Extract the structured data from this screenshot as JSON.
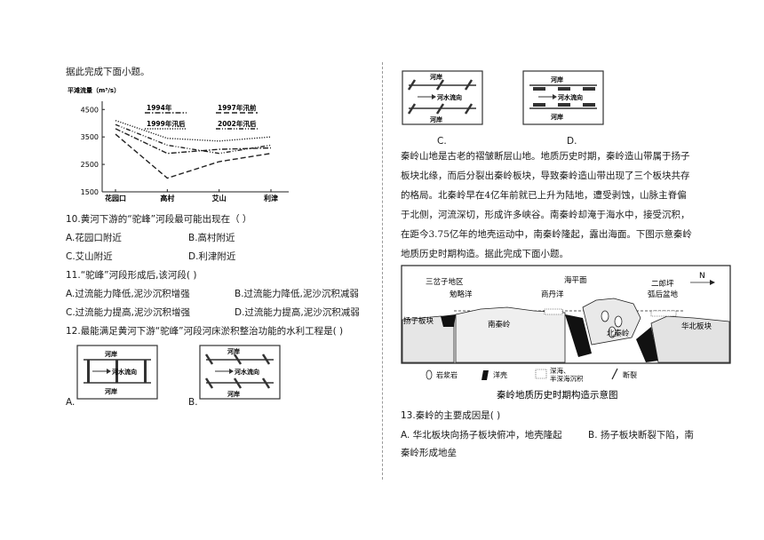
{
  "left": {
    "intro": "据此完成下面小题。",
    "chart_data": {
      "type": "line",
      "ylabel": "平滩流量（m³/s）",
      "categories": [
        "花园口",
        "高村",
        "艾山",
        "利津"
      ],
      "yticks": [
        1500,
        2500,
        3500,
        4500
      ],
      "ylim": [
        1500,
        4800
      ],
      "grid": false,
      "legend_position": "top-center",
      "series": [
        {
          "name": "1994年",
          "style": "dash-dot",
          "values": [
            3800,
            2900,
            3050,
            3100
          ]
        },
        {
          "name": "1997年汛前",
          "style": "long-dash",
          "values": [
            3600,
            2000,
            2600,
            2900
          ]
        },
        {
          "name": "1999年汛后",
          "style": "dotted",
          "values": [
            4100,
            3450,
            3350,
            3500
          ]
        },
        {
          "name": "2002年汛后",
          "style": "dash-dot-dot",
          "values": [
            3950,
            3200,
            2900,
            3200
          ]
        }
      ]
    },
    "q10": {
      "stem": "10.黄河下游的“驼峰”河段最可能出现在（ ）",
      "a": "A.花园口附近",
      "b": "B.高村附近",
      "c": "C.艾山附近",
      "d": "D.利津附近"
    },
    "q11": {
      "stem": "11.“驼峰”河段形成后,该河段( )",
      "a": "A.过流能力降低,泥沙沉积增强",
      "b": "B.过流能力降低,泥沙沉积减弱",
      "c": "C.过流能力提高,泥沙沉积增强",
      "d": "D.过流能力提高,泥沙沉积减弱"
    },
    "q12": {
      "stem": "12.最能满足黄河下游“驼峰”河段河床淤积整治功能的水利工程是( )",
      "a": "A.",
      "b": "B."
    },
    "diagram": {
      "bank_top": "河岸",
      "bank_bottom": "河岸",
      "flow": "河水流向"
    }
  },
  "right": {
    "c_label": "C.",
    "d_label": "D.",
    "paragraph": [
      "秦岭山地是古老的褶皱断层山地。地质历史时期，秦岭造山带属于扬子",
      "板块北缘，而后分裂出秦岭板块，导致秦岭造山带出现了三个板块共存",
      "的格局。北秦岭早在4亿年前就已上升为陆地，遭受剥蚀，山脉主脊偏",
      "于北侧，河流深切，形成许多峡谷。南秦岭却淹于海水中，接受沉积，",
      "在距今3.75亿年的地壳运动中，南秦岭隆起，露出海面。下图示意秦岭",
      "地质历史时期构造。据此完成下面小题。"
    ],
    "geo": {
      "title": "秦岭地质历史时期构造示意图",
      "labels": {
        "sanchazi": "三岔子地区",
        "mianluo": "勉略洋",
        "sea_level": "海平面",
        "shangdan": "商丹洋",
        "erlangping": "二郎坪",
        "arc_basin": "弧后盆地",
        "north": "N",
        "yangtze": "扬子板块",
        "south_qinling": "南秦岭",
        "north_qinling": "北秦岭",
        "north_china": "华北板块"
      },
      "legend": {
        "magma": "岩浆岩",
        "ocean_crust": "洋壳",
        "deep_sea": "深海、",
        "deep_sea2": "半深海沉积",
        "fault": "断裂"
      }
    },
    "q13": {
      "stem": "13.秦岭的主要成因是( )",
      "a": "A. 华北板块向扬子板块俯冲，地壳隆起",
      "b": "B. 扬子板块断裂下陷，南",
      "b2": "秦岭形成地垒"
    }
  }
}
